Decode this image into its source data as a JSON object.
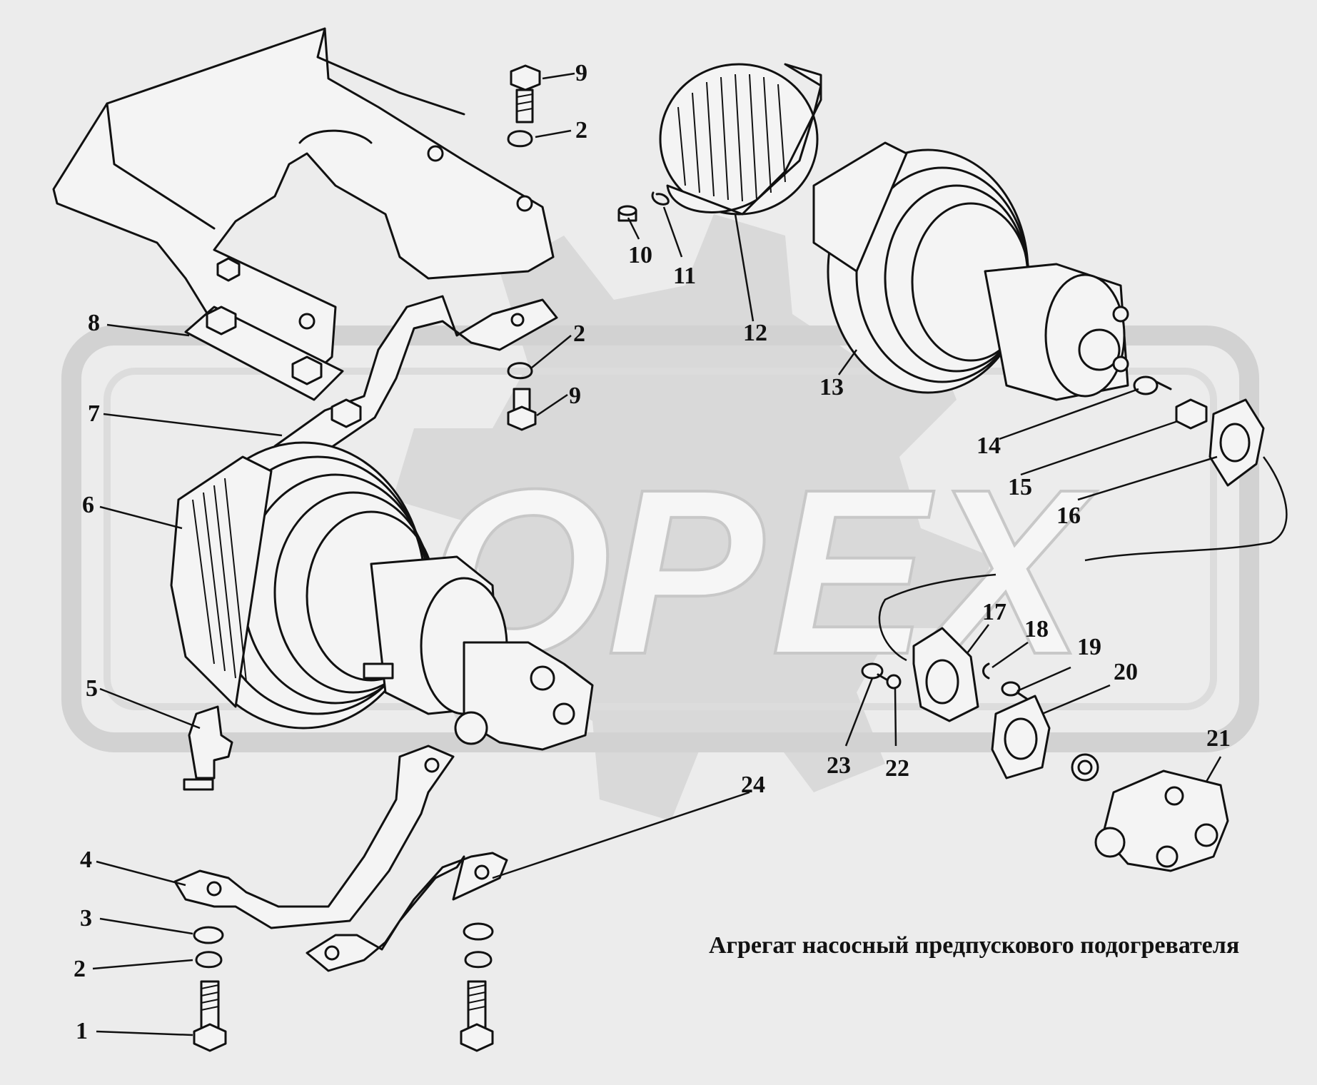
{
  "title": "Агрегат насосный предпускового подогревателя",
  "watermark": "OPEX",
  "callouts": [
    "1",
    "2",
    "3",
    "4",
    "5",
    "6",
    "7",
    "8",
    "9",
    "2",
    "2",
    "9",
    "10",
    "11",
    "12",
    "13",
    "14",
    "15",
    "16",
    "17",
    "18",
    "19",
    "20",
    "21",
    "22",
    "23",
    "24"
  ],
  "colors": {
    "background": "#ececec",
    "line": "#111111",
    "watermark": "#c8c8c8"
  }
}
